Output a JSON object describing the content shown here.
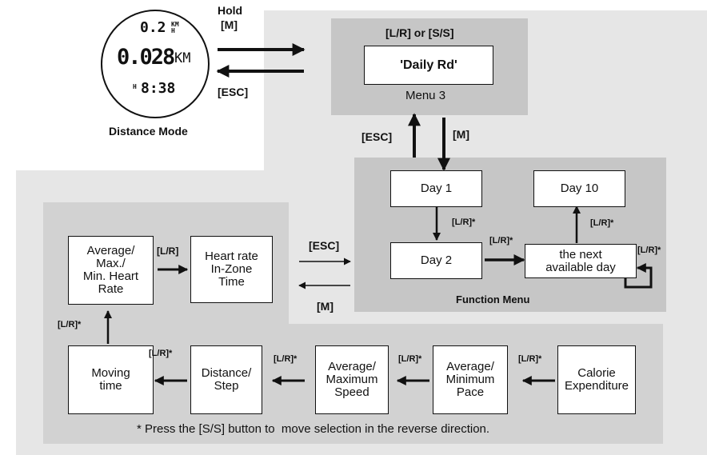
{
  "watch": {
    "line1": "0.2",
    "unit1": "KM H",
    "line2": "0.028",
    "unit2": "KM",
    "line3": "8:38",
    "small": "H",
    "caption": "Distance Mode"
  },
  "transitions": {
    "hold": "Hold",
    "m": "[M]",
    "esc": "[ESC]",
    "lr_or_ss": "[L/R] or [S/S]",
    "esc_up": "[ESC]",
    "m_down": "[M]",
    "esc_mid": "[ESC]",
    "m_mid": "[M]",
    "lr": "[L/R]",
    "lr_star": "[L/R]*"
  },
  "menu3": {
    "title": "'Daily Rd'",
    "caption": "Menu 3"
  },
  "function_menu": {
    "caption": "Function Menu",
    "day1": "Day 1",
    "day2": "Day 2",
    "day10": "Day 10",
    "next_day": "the next\navailable day"
  },
  "records": {
    "avg_max_min_hr": "Average/\nMax./\nMin. Heart\nRate",
    "hr_zone": "Heart rate\nIn-Zone\nTime",
    "moving_time": "Moving\ntime",
    "distance_step": "Distance/\nStep",
    "avg_max_speed": "Average/\nMaximum\nSpeed",
    "avg_min_pace": "Average/\nMinimum\nPace",
    "calorie": "Calorie\nExpenditure"
  },
  "footnote": "* Press the [S/S] button to  move selection in the reverse direction.",
  "colors": {
    "panel_light": "#e6e6e6",
    "panel_mid": "#d2d2d2",
    "panel_dark": "#c6c6c6",
    "ink": "#111111"
  }
}
